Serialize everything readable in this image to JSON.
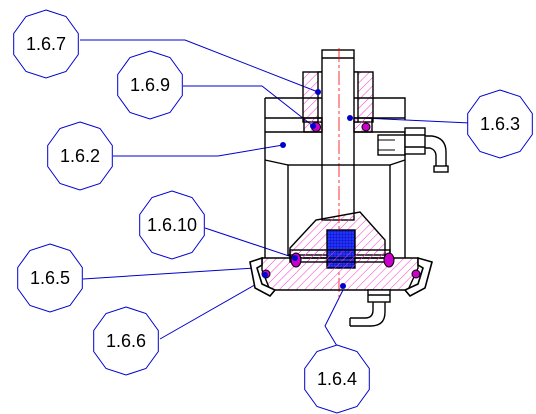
{
  "drawing": {
    "callouts": [
      {
        "label": "1.6.7"
      },
      {
        "label": "1.6.9"
      },
      {
        "label": "1.6.2"
      },
      {
        "label": "1.6.3"
      },
      {
        "label": "1.6.10"
      },
      {
        "label": "1.6.5"
      },
      {
        "label": "1.6.6"
      },
      {
        "label": "1.6.4"
      }
    ],
    "colors": {
      "outline": "#000000",
      "leader": "#0000cc",
      "hatch": "#ff33cc",
      "seal": "#cc00cc",
      "spring": "#0000ff",
      "centerline": "#ff0000"
    }
  }
}
